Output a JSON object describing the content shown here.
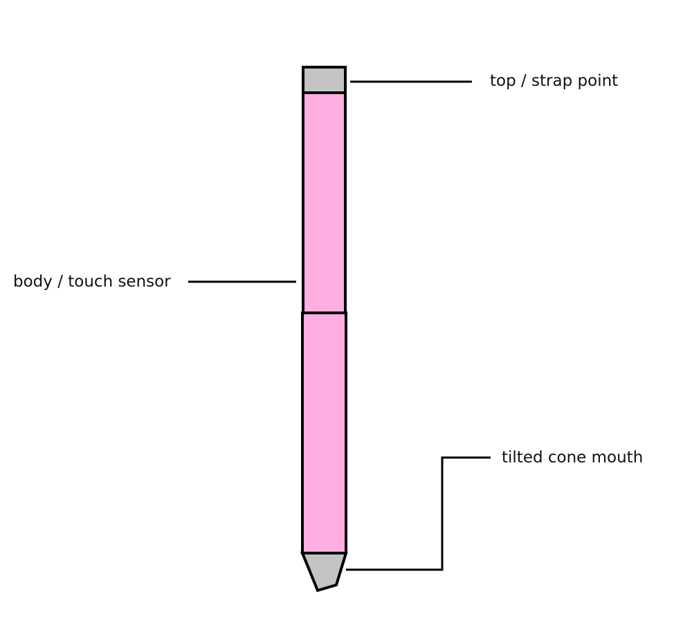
{
  "labels": {
    "top": "top / strap point",
    "body": "body / touch sensor",
    "mouth": "tilted cone mouth"
  },
  "colors": {
    "body_fill": "#FFAEE2",
    "cap_fill": "#C3C3C3",
    "stroke": "#000000"
  }
}
